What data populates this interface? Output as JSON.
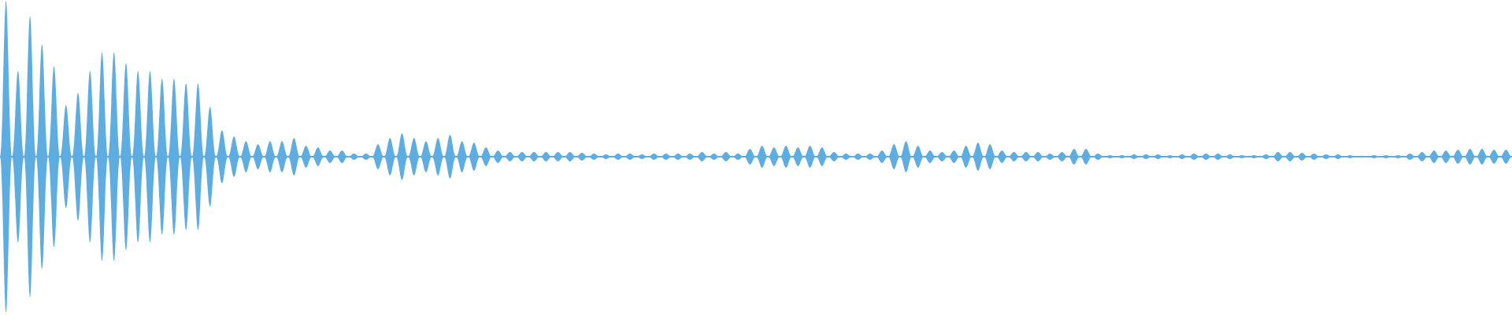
{
  "waveform": {
    "color": "#5dade2",
    "background": "#ffffff",
    "envelope": [
      1.0,
      0.55,
      0.9,
      0.72,
      0.58,
      0.33,
      0.41,
      0.55,
      0.67,
      0.67,
      0.6,
      0.55,
      0.55,
      0.5,
      0.5,
      0.47,
      0.47,
      0.32,
      0.17,
      0.13,
      0.1,
      0.08,
      0.1,
      0.1,
      0.12,
      0.07,
      0.06,
      0.04,
      0.04,
      0.02,
      0.02,
      0.08,
      0.12,
      0.15,
      0.12,
      0.1,
      0.12,
      0.14,
      0.1,
      0.09,
      0.06,
      0.04,
      0.03,
      0.03,
      0.03,
      0.03,
      0.03,
      0.03,
      0.025,
      0.02,
      0.015,
      0.02,
      0.02,
      0.015,
      0.02,
      0.02,
      0.02,
      0.02,
      0.03,
      0.02,
      0.03,
      0.02,
      0.05,
      0.07,
      0.06,
      0.07,
      0.06,
      0.07,
      0.06,
      0.03,
      0.02,
      0.02,
      0.02,
      0.04,
      0.08,
      0.1,
      0.07,
      0.04,
      0.03,
      0.04,
      0.07,
      0.09,
      0.08,
      0.04,
      0.03,
      0.03,
      0.03,
      0.02,
      0.03,
      0.05,
      0.05,
      0.02,
      0.01,
      0.01,
      0.015,
      0.015,
      0.015,
      0.01,
      0.015,
      0.02,
      0.02,
      0.02,
      0.015,
      0.01,
      0.01,
      0.015,
      0.03,
      0.03,
      0.025,
      0.02,
      0.015,
      0.015,
      0.01,
      0.005,
      0.01,
      0.01,
      0.01,
      0.02,
      0.03,
      0.04,
      0.04,
      0.045,
      0.05,
      0.05,
      0.045,
      0.045
    ]
  }
}
